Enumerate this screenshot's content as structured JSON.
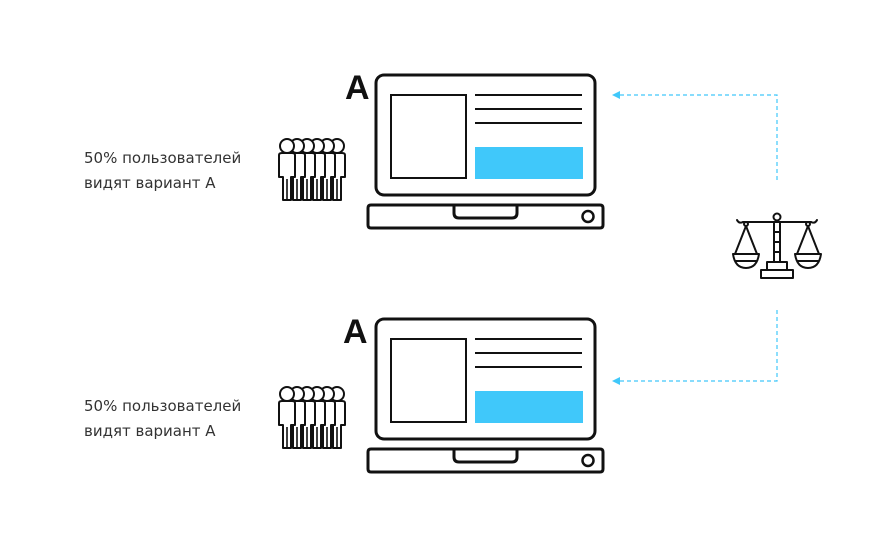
{
  "groups": [
    {
      "label_line1": "50% пользователей",
      "label_line2": "видят вариант А",
      "variant": "A"
    },
    {
      "label_line1": "50% пользователей",
      "label_line2": "видят вариант А",
      "variant": "A"
    }
  ],
  "colors": {
    "accent": "#40c8fa",
    "stroke": "#111111",
    "text": "#333333"
  },
  "icons": {
    "users": "users-group-icon",
    "laptop": "laptop-icon",
    "scales": "scales-icon"
  }
}
